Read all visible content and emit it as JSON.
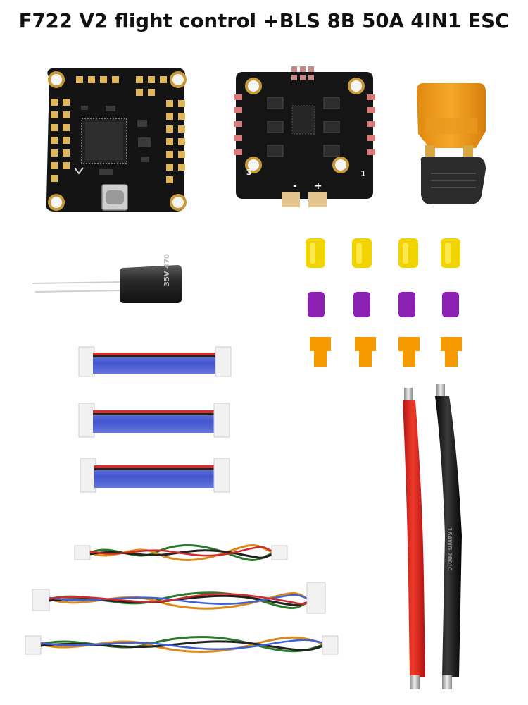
{
  "title": "F722 V2 flight control +BLS 8B 50A 4IN1 ESC",
  "items": {
    "flight_controller": "flight-controller-board",
    "esc": "4in1-esc-board",
    "xt60": "xt60-connector",
    "capacitor": "electrolytic-capacitor",
    "capacitor_marking": "35V 470",
    "esc_corner_labels": [
      "3",
      "1"
    ],
    "esc_polarity": [
      "-",
      "+"
    ],
    "grommet_colors": [
      "#f2d300",
      "#8a1fb0",
      "#f59a00"
    ],
    "wire_colors": [
      "#e02020",
      "#141414"
    ],
    "wire_marking": "16AWG 200°C"
  }
}
